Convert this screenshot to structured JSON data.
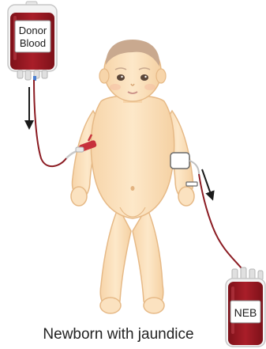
{
  "donor_bag": {
    "label_line1": "Donor",
    "label_line2": "Blood"
  },
  "neb_bag": {
    "label": "NEB"
  },
  "caption": "Newborn with jaundice",
  "colors": {
    "blood": "#9e1a24",
    "blood_dark": "#6e0f17",
    "bag_edge": "#c7c7c7",
    "skin": "#fbe2c0",
    "skin_outline": "#e6b986",
    "hair": "#c9a98f",
    "tube": "#8b1b22",
    "arrow": "#1a1a1a"
  },
  "icons": [
    "blood-bag-icon",
    "infant-icon",
    "arrow-down-icon",
    "iv-catheter-icon",
    "syringe-port-icon"
  ]
}
